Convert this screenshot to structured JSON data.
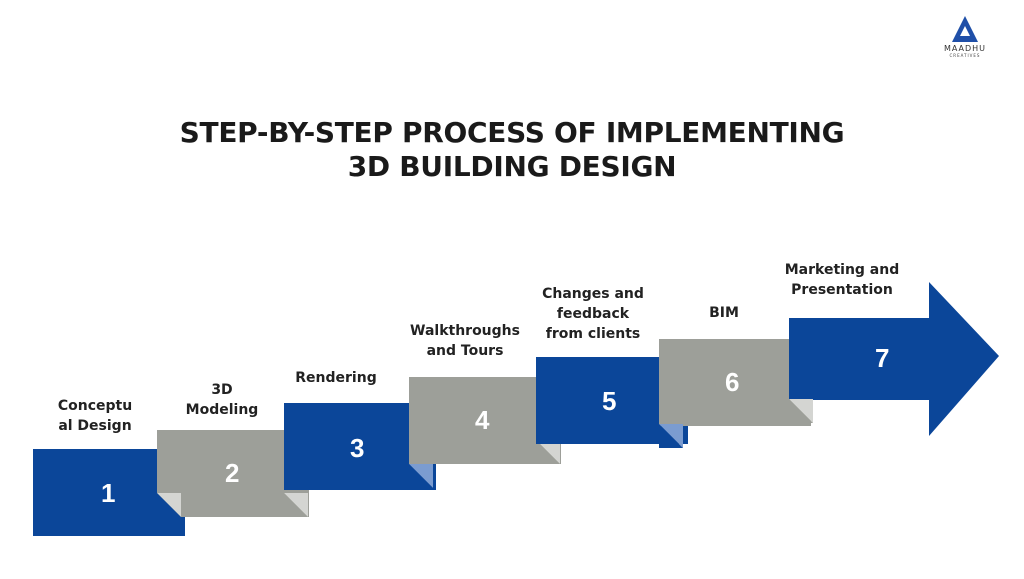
{
  "logo": {
    "name": "MAADHU",
    "sub": "CREATIVES"
  },
  "title": {
    "line1": "STEP-BY-STEP PROCESS OF IMPLEMENTING",
    "line2": "3D BUILDING DESIGN"
  },
  "colors": {
    "blue": "#0b4699",
    "grey": "#9d9f99",
    "fold_blue": "#7b9cd0",
    "fold_grey": "#d4d5d2"
  },
  "steps": [
    {
      "number": "1",
      "label_l1": "Conceptu",
      "label_l2": "al Design",
      "color": "blue"
    },
    {
      "number": "2",
      "label_l1": "3D",
      "label_l2": "Modeling",
      "color": "grey"
    },
    {
      "number": "3",
      "label_l1": "Rendering",
      "label_l2": "",
      "color": "blue"
    },
    {
      "number": "4",
      "label_l1": "Walkthroughs",
      "label_l2": "and Tours",
      "color": "grey"
    },
    {
      "number": "5",
      "label_l1": "Changes and",
      "label_l2": "feedback",
      "label_l3": "from clients",
      "color": "blue"
    },
    {
      "number": "6",
      "label_l1": "BIM",
      "label_l2": "",
      "color": "grey"
    },
    {
      "number": "7",
      "label_l1": "Marketing and",
      "label_l2": "Presentation",
      "color": "blue"
    }
  ]
}
